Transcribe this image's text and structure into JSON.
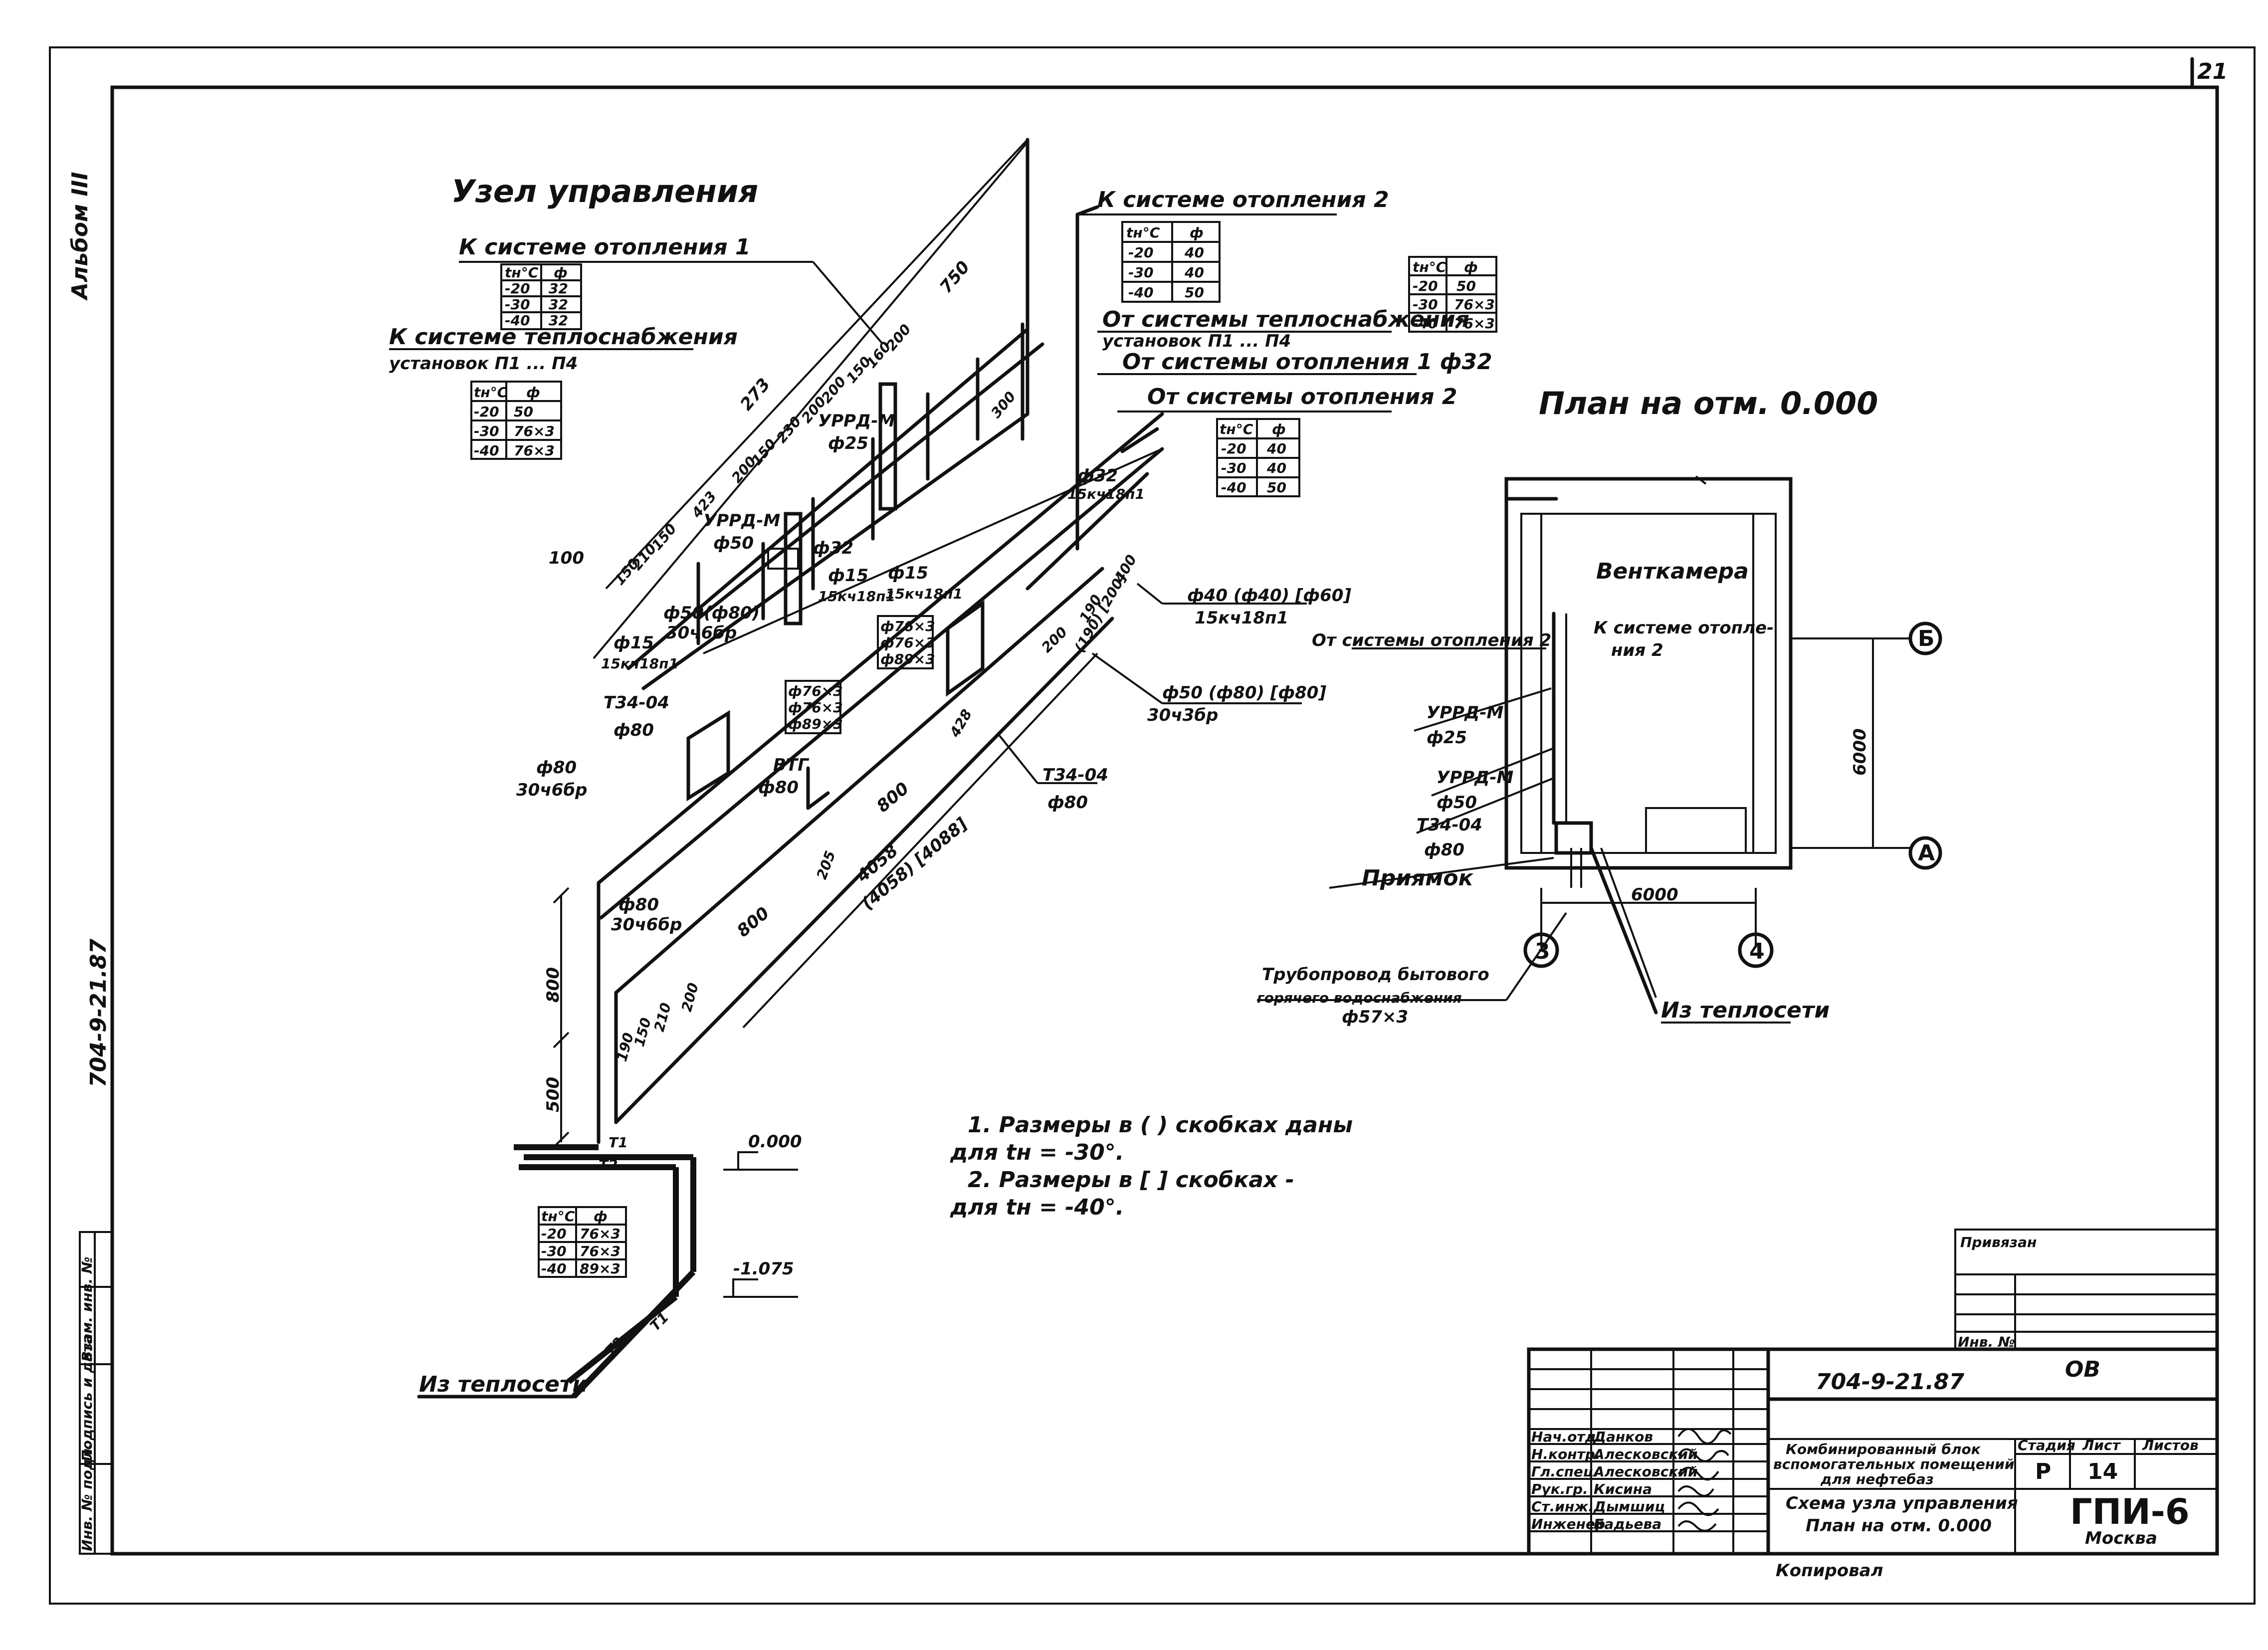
{
  "page_number": "21",
  "album": "Альбом III",
  "vertical_code": "704-9-21.87",
  "title_node": "Узел управления",
  "title_plan": "План на отм. 0.000",
  "labels": {
    "to_heating_1": "К системе отопления 1",
    "to_heating_2": "К системе отопления 2",
    "to_heatsupply_line1": "К системе теплоснабжения",
    "to_heatsupply_line2": "установок П1 ... П4",
    "from_heatsupply_line1": "От системы теплоснабжения",
    "from_heatsupply_line2": "установок П1 ... П4",
    "from_heating_1": "От системы отопления 1 ф32",
    "from_heating_2": "От системы отопления 2",
    "from_network": "Из теплосети",
    "from_network_plan": "Из теплосети",
    "ventkamera": "Венткамера",
    "plan_from_heating_2": "От системы отопления 2",
    "plan_to_heating_2_line1": "К системе отопле-",
    "plan_to_heating_2_line2": "ния 2",
    "priyamok": "Приямок",
    "pipeline_line1": "Трубопровод бытового",
    "pipeline_line2": "горячего водоснабжения",
    "pipeline_line3": "ф57×3"
  },
  "callouts": {
    "urrd_m_25": "УРРД-М",
    "urrd_m_25_dia": "ф25",
    "urrd_m_50": "УРРД-М",
    "urrd_m_50_dia": "ф50",
    "phi32": "ф32",
    "valve_15_1": "ф15",
    "valve_15_1b": "15кч18п1",
    "valve_15_2": "ф15",
    "valve_15_2b": "15кч18п1",
    "valve_15_3": "ф15",
    "valve_15_3b": "15кч18п1",
    "phi50_80": "ф50(ф80)",
    "valve_30ch6br": "30ч6бр",
    "t34_04_left": "Т34-04",
    "t34_04_left_dia": "ф80",
    "t34_04_right": "Т34-04",
    "t34_04_right_dia": "ф80",
    "phi80_a": "ф80",
    "phi80_a_v": "30ч6бр",
    "phi80_b": "ф80",
    "phi80_b_v": "30ч6бр",
    "btg": "ВТГ",
    "btg_dia": "ф80",
    "phi40": "ф40 (ф40) [ф60]",
    "phi40_v": "15кч18п1",
    "phi50_80_80": "ф50 (ф80) [ф80]",
    "phi50_80_80_v": "30ч3бр",
    "phi32_right": "ф32",
    "phi32_right_v": "15кч18п1",
    "stack_1": [
      "ф76×3",
      "ф76×3",
      "ф89×3"
    ],
    "stack_2": [
      "ф76×3",
      "ф76×3",
      "ф89×3"
    ],
    "plan_urrd_25": "УРРД-М",
    "plan_urrd_25_dia": "ф25",
    "plan_urrd_50": "УРРД-М",
    "plan_urrd_50_dia": "ф50",
    "plan_t34": "Т34-04",
    "plan_t34_dia": "ф80",
    "t1": "Т1",
    "t2": "Т2"
  },
  "dims": {
    "d100": "100",
    "d150": "150",
    "d210": "210",
    "d150b": "150",
    "d423": "423",
    "d200": "200",
    "d150c": "150",
    "d230": "230",
    "d200b": "200",
    "d200c": "200",
    "d150d": "150",
    "d160": "160",
    "d200d": "200",
    "d750": "750",
    "d273": "273",
    "d300": "300",
    "d800a": "800",
    "d500": "500",
    "d800b": "800",
    "d800c": "800",
    "d4058": "4058",
    "d4058b": "(4058) [4088]",
    "d205": "205",
    "d428": "428",
    "d400": "400",
    "d190": "190",
    "d200e": "200",
    "d190b": "(190) [200]",
    "d_low1": "190",
    "d_low2": "150",
    "d_low3": "210",
    "d_low4": "200",
    "lvl_0": "0.000",
    "lvl_m1075": "-1.075",
    "plan_6000_v": "6000",
    "plan_6000_h": "6000"
  },
  "axes": {
    "b": "Б",
    "a": "А",
    "n3": "3",
    "n4": "4"
  },
  "tables": {
    "t_heat1": {
      "h1": "tн°C",
      "h2": "ф",
      "rows": [
        [
          "-20",
          "32"
        ],
        [
          "-30",
          "32"
        ],
        [
          "-40",
          "32"
        ]
      ]
    },
    "t_heatsup": {
      "h1": "tн°C",
      "h2": "ф",
      "rows": [
        [
          "-20",
          "50"
        ],
        [
          "-30",
          "76×3"
        ],
        [
          "-40",
          "76×3"
        ]
      ]
    },
    "t_heat2": {
      "h1": "tн°C",
      "h2": "ф",
      "rows": [
        [
          "-20",
          "40"
        ],
        [
          "-30",
          "40"
        ],
        [
          "-40",
          "50"
        ]
      ]
    },
    "t_right": {
      "h1": "tн°C",
      "h2": "ф",
      "rows": [
        [
          "-20",
          "50"
        ],
        [
          "-30",
          "76×3"
        ],
        [
          "-40",
          "76×3"
        ]
      ]
    },
    "t_from2": {
      "h1": "tн°C",
      "h2": "ф",
      "rows": [
        [
          "-20",
          "40"
        ],
        [
          "-30",
          "40"
        ],
        [
          "-40",
          "50"
        ]
      ]
    },
    "t_bottom": {
      "h1": "tн°C",
      "h2": "ф",
      "rows": [
        [
          "-20",
          "76×3"
        ],
        [
          "-30",
          "76×3"
        ],
        [
          "-40",
          "89×3"
        ]
      ]
    }
  },
  "notes": {
    "n1_line1": "1. Размеры в ( ) скобках даны",
    "n1_line2": "для tн = -30°.",
    "n2_line1": "2. Размеры в [ ] скобках -",
    "n2_line2": "для tн = -40°."
  },
  "stamp": {
    "privyazan": "Привязан",
    "inv_no": "Инв. №",
    "code": "704-9-21.87",
    "section": "ОВ",
    "project_line1": "Комбинированный блок",
    "project_line2": "вспомогательных помещений",
    "project_line3": "для нефтебаз",
    "sheet_title_line1": "Схема узла управления",
    "sheet_title_line2": "План на отм. 0.000",
    "stage_h": "Стадия",
    "sheet_h": "Лист",
    "sheets_h": "Листов",
    "stage": "Р",
    "sheet": "14",
    "org": "ГПИ-6",
    "city": "Москва",
    "copied": "Копировал",
    "roles": [
      "Нач.отд.",
      "Н.контр.",
      "Гл.спец.",
      "Рук.гр.",
      "Ст.инж.",
      "Инженер"
    ],
    "names": [
      "Данков",
      "Алесковский",
      "Алесковский",
      "Кисина",
      "Дымшиц",
      "Бадьева"
    ],
    "left_strip": [
      "Инв. № подл.",
      "Подпись и дата",
      "Взам. инв. №"
    ]
  }
}
